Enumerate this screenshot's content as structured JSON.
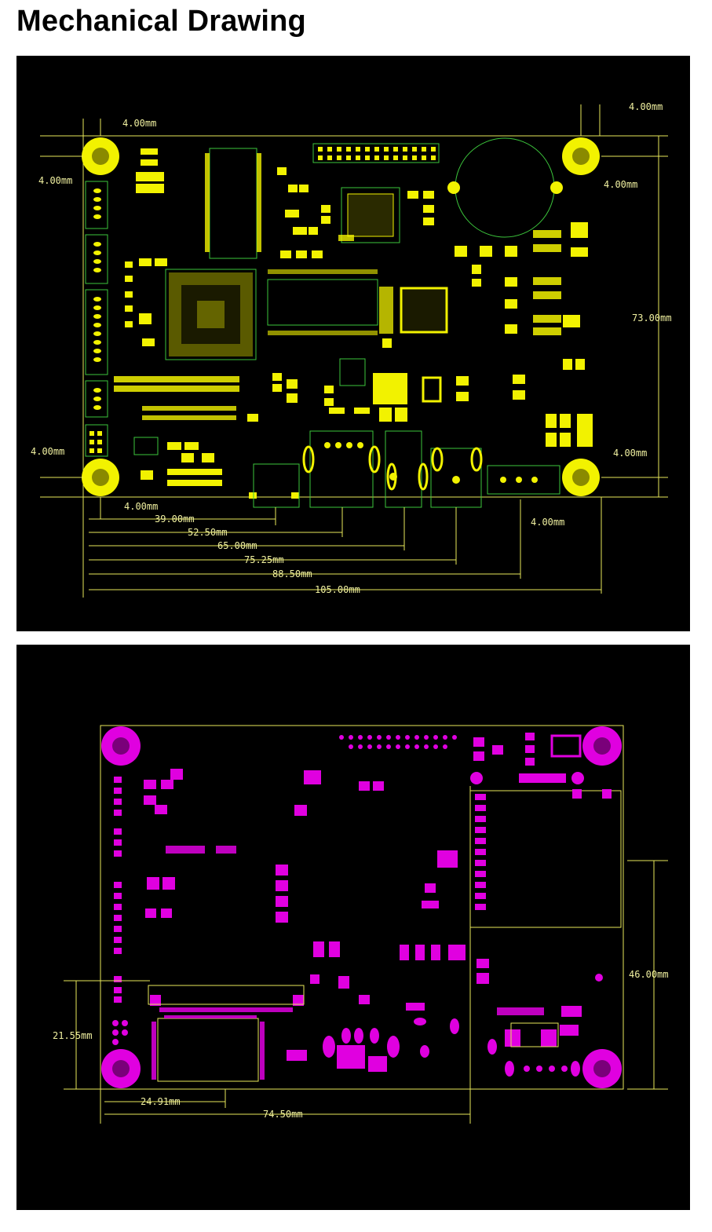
{
  "title": "Mechanical Drawing",
  "colors": {
    "background": "#000000",
    "top_copper": "#f2f200",
    "outline": "#e8e85a",
    "silk": "#3cc63c",
    "bottom_copper": "#e000e0",
    "dim_text": "#f0f0a0"
  },
  "top_view": {
    "dims": {
      "corner_top_left": "4.00mm",
      "hole_left_top": "4.00mm",
      "corner_top_right": "4.00mm",
      "hole_right_top": "4.00mm",
      "height": "73.00mm",
      "hole_left_bottom": "4.00mm",
      "hole_right_bottom": "4.00mm",
      "corner_bottom_left": "4.00mm",
      "corner_bottom_right": "4.00mm",
      "d39": "39.00mm",
      "d52": "52.50mm",
      "d65": "65.00mm",
      "d75": "75.25mm",
      "d88": "88.50mm",
      "d105": "105.00mm"
    }
  },
  "bottom_view": {
    "dims": {
      "height": "46.00mm",
      "left_height": "21.55mm",
      "d24": "24.91mm",
      "d74": "74.50mm"
    }
  }
}
